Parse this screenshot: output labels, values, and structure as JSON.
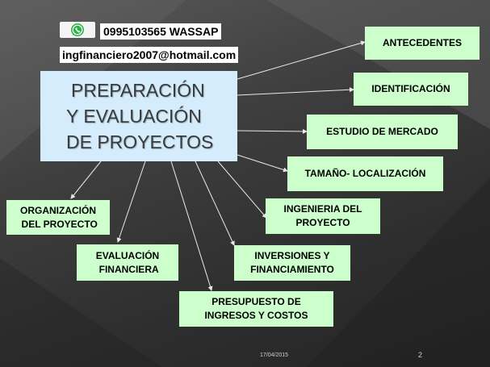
{
  "contact": {
    "phone": "0995103565  WASSAP",
    "email": "ingfinanciero2007@hotmail.com"
  },
  "title": {
    "line1": "PREPARACIÓN",
    "line2": "Y EVALUACIÓN",
    "line3": "DE PROYECTOS"
  },
  "nodes": {
    "antecedentes": "ANTECEDENTES",
    "identificacion": "IDENTIFICACIÓN",
    "estudio_mercado": "ESTUDIO DE MERCADO",
    "tamano_localizacion": "TAMAÑO- LOCALIZACIÓN",
    "ingenieria": "INGENIERIA DEL\nPROYECTO",
    "inversiones": "INVERSIONES Y\nFINANCIAMIENTO",
    "presupuesto": "PRESUPUESTO DE\nINGRESOS Y COSTOS",
    "evaluacion_financiera": "EVALUACIÓN\n FINANCIERA",
    "organizacion": "ORGANIZACIÓN\n DEL PROYECTO"
  },
  "footer": {
    "date": "17/04/2015",
    "page": "2"
  },
  "colors": {
    "node_fill": "#ccffcc",
    "title_fill": "#d4ecfb",
    "whatsapp_green": "#2fb24c"
  }
}
